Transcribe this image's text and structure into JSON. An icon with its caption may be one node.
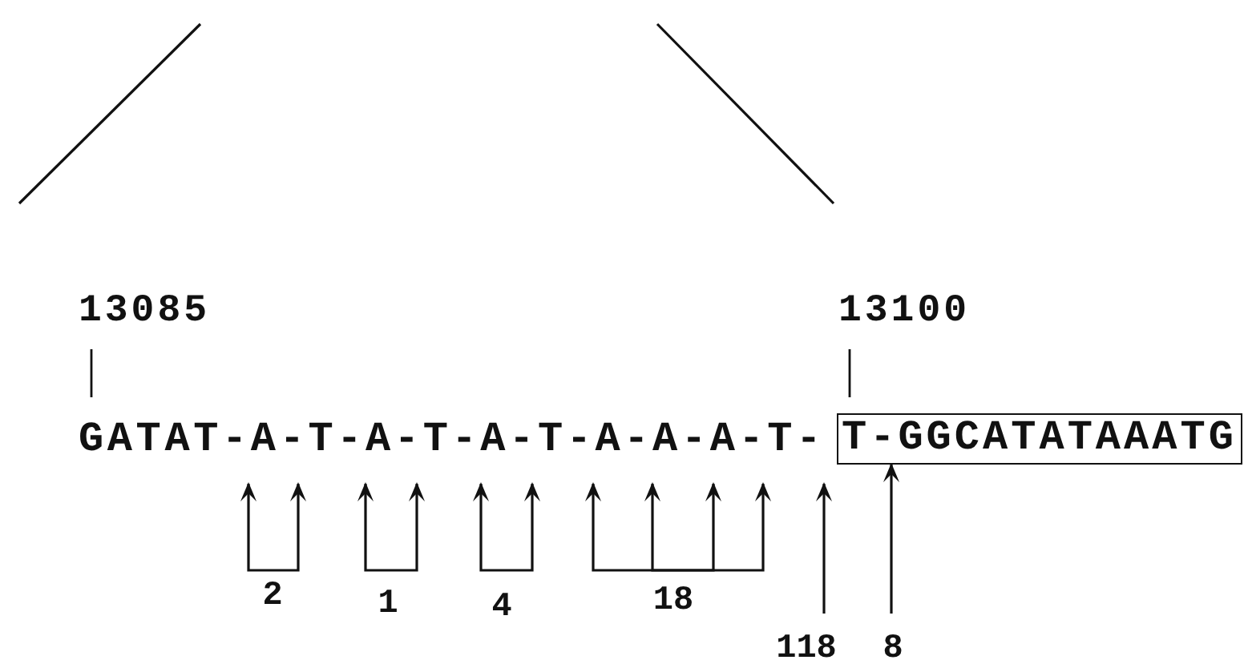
{
  "diagram": {
    "nodes": [
      {
        "text": [
          "GATAT-A-T-A-T-A-T-A-A-A-T-"
        ]
      },
      {
        "text": [
          "T-GGCATATAAATG"
        ]
      },
      {
        "text": [
          "2"
        ]
      },
      {
        "text": [
          "1"
        ]
      },
      {
        "text": [
          "4"
        ]
      },
      {
        "text": [
          "18"
        ]
      },
      {
        "text": [
          "118"
        ]
      },
      {
        "text": [
          "8"
        ]
      }
    ],
    "edges": [
      {
        "from": 2,
        "to": 0,
        "arrow": "to"
      },
      {
        "from": 2,
        "to": 0,
        "arrow": "to"
      },
      {
        "from": 3,
        "to": 0,
        "arrow": "to"
      },
      {
        "from": 3,
        "to": 0,
        "arrow": "to"
      },
      {
        "from": 4,
        "to": 0,
        "arrow": "to"
      },
      {
        "from": 4,
        "to": 0,
        "arrow": "to"
      },
      {
        "from": 5,
        "to": 0,
        "arrow": "to"
      },
      {
        "from": 5,
        "to": 0,
        "arrow": "to"
      },
      {
        "from": 5,
        "to": 0,
        "arrow": "to"
      },
      {
        "from": 5,
        "to": 0,
        "arrow": "to"
      },
      {
        "from": 6,
        "to": 0,
        "arrow": "to"
      },
      {
        "from": 7,
        "to": 1,
        "arrow": "to"
      }
    ],
    "labels": [
      "13085",
      "13100"
    ]
  }
}
